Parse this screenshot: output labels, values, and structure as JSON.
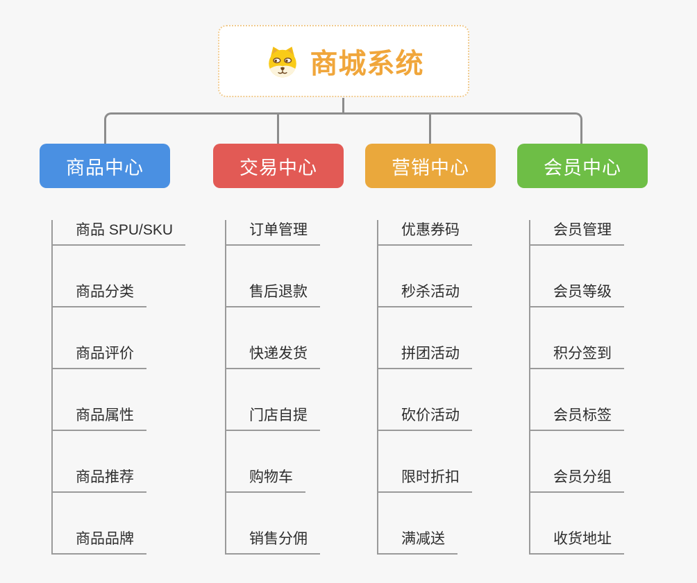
{
  "root": {
    "title": "商城系统",
    "icon": "shiba-dog-icon",
    "text_color": "#F0A63B",
    "border_color": "#F0CA8D",
    "background": "#FFFFFF"
  },
  "colors": {
    "canvas_background": "#F7F7F7",
    "connector": "#8C8C8C",
    "leaf_line": "#9A9A9A",
    "leaf_text": "#2D2D2D"
  },
  "branches": [
    {
      "label": "商品中心",
      "color": "#4A90E2",
      "children": [
        "商品 SPU/SKU",
        "商品分类",
        "商品评价",
        "商品属性",
        "商品推荐",
        "商品品牌"
      ]
    },
    {
      "label": "交易中心",
      "color": "#E25A55",
      "children": [
        "订单管理",
        "售后退款",
        "快递发货",
        "门店自提",
        "购物车",
        "销售分佣"
      ]
    },
    {
      "label": "营销中心",
      "color": "#EAA83C",
      "children": [
        "优惠券码",
        "秒杀活动",
        "拼团活动",
        "砍价活动",
        "限时折扣",
        "满减送"
      ]
    },
    {
      "label": "会员中心",
      "color": "#6EBE46",
      "children": [
        "会员管理",
        "会员等级",
        "积分签到",
        "会员标签",
        "会员分组",
        "收货地址"
      ]
    }
  ]
}
